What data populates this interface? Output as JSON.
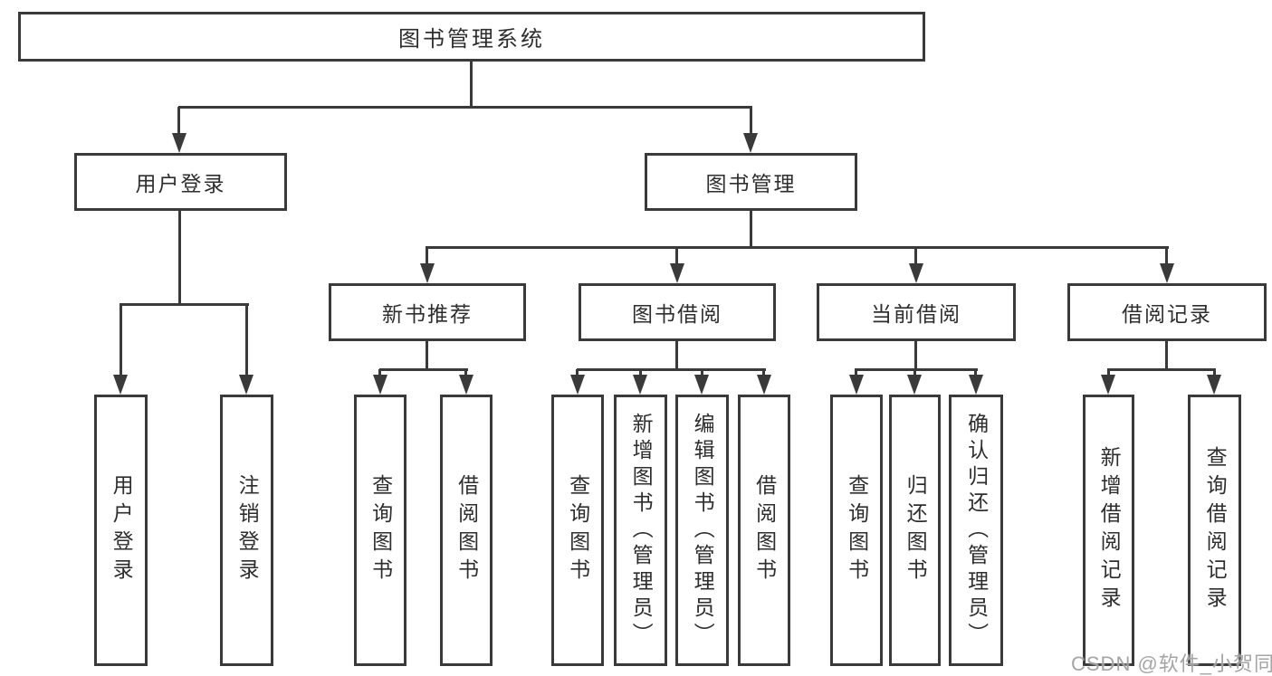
{
  "diagram_title": "图书管理系统",
  "colors": {
    "line": "#3a3a3a",
    "box_border": "#3a3a3a",
    "text": "#2e2e2e",
    "background": "#ffffff",
    "watermark": "#a0a0a0"
  },
  "tree": {
    "root": {
      "label": "图书管理系统"
    },
    "branches": [
      {
        "label": "用户登录",
        "children": [
          {
            "label": "用户登录"
          },
          {
            "label": "注销登录"
          }
        ]
      },
      {
        "label": "图书管理",
        "children": [
          {
            "label": "新书推荐",
            "children": [
              {
                "label": "查询图书"
              },
              {
                "label": "借阅图书"
              }
            ]
          },
          {
            "label": "图书借阅",
            "children": [
              {
                "label": "查询图书"
              },
              {
                "label": "新增图书（管理员）"
              },
              {
                "label": "编辑图书（管理员）"
              },
              {
                "label": "借阅图书"
              }
            ]
          },
          {
            "label": "当前借阅",
            "children": [
              {
                "label": "查询图书"
              },
              {
                "label": "归还图书"
              },
              {
                "label": "确认归还（管理员）"
              }
            ]
          },
          {
            "label": "借阅记录",
            "children": [
              {
                "label": "新增借阅记录"
              },
              {
                "label": "查询借阅记录"
              }
            ]
          }
        ]
      }
    ]
  },
  "watermark": {
    "text": "CSDN @软件_小贺同学"
  }
}
